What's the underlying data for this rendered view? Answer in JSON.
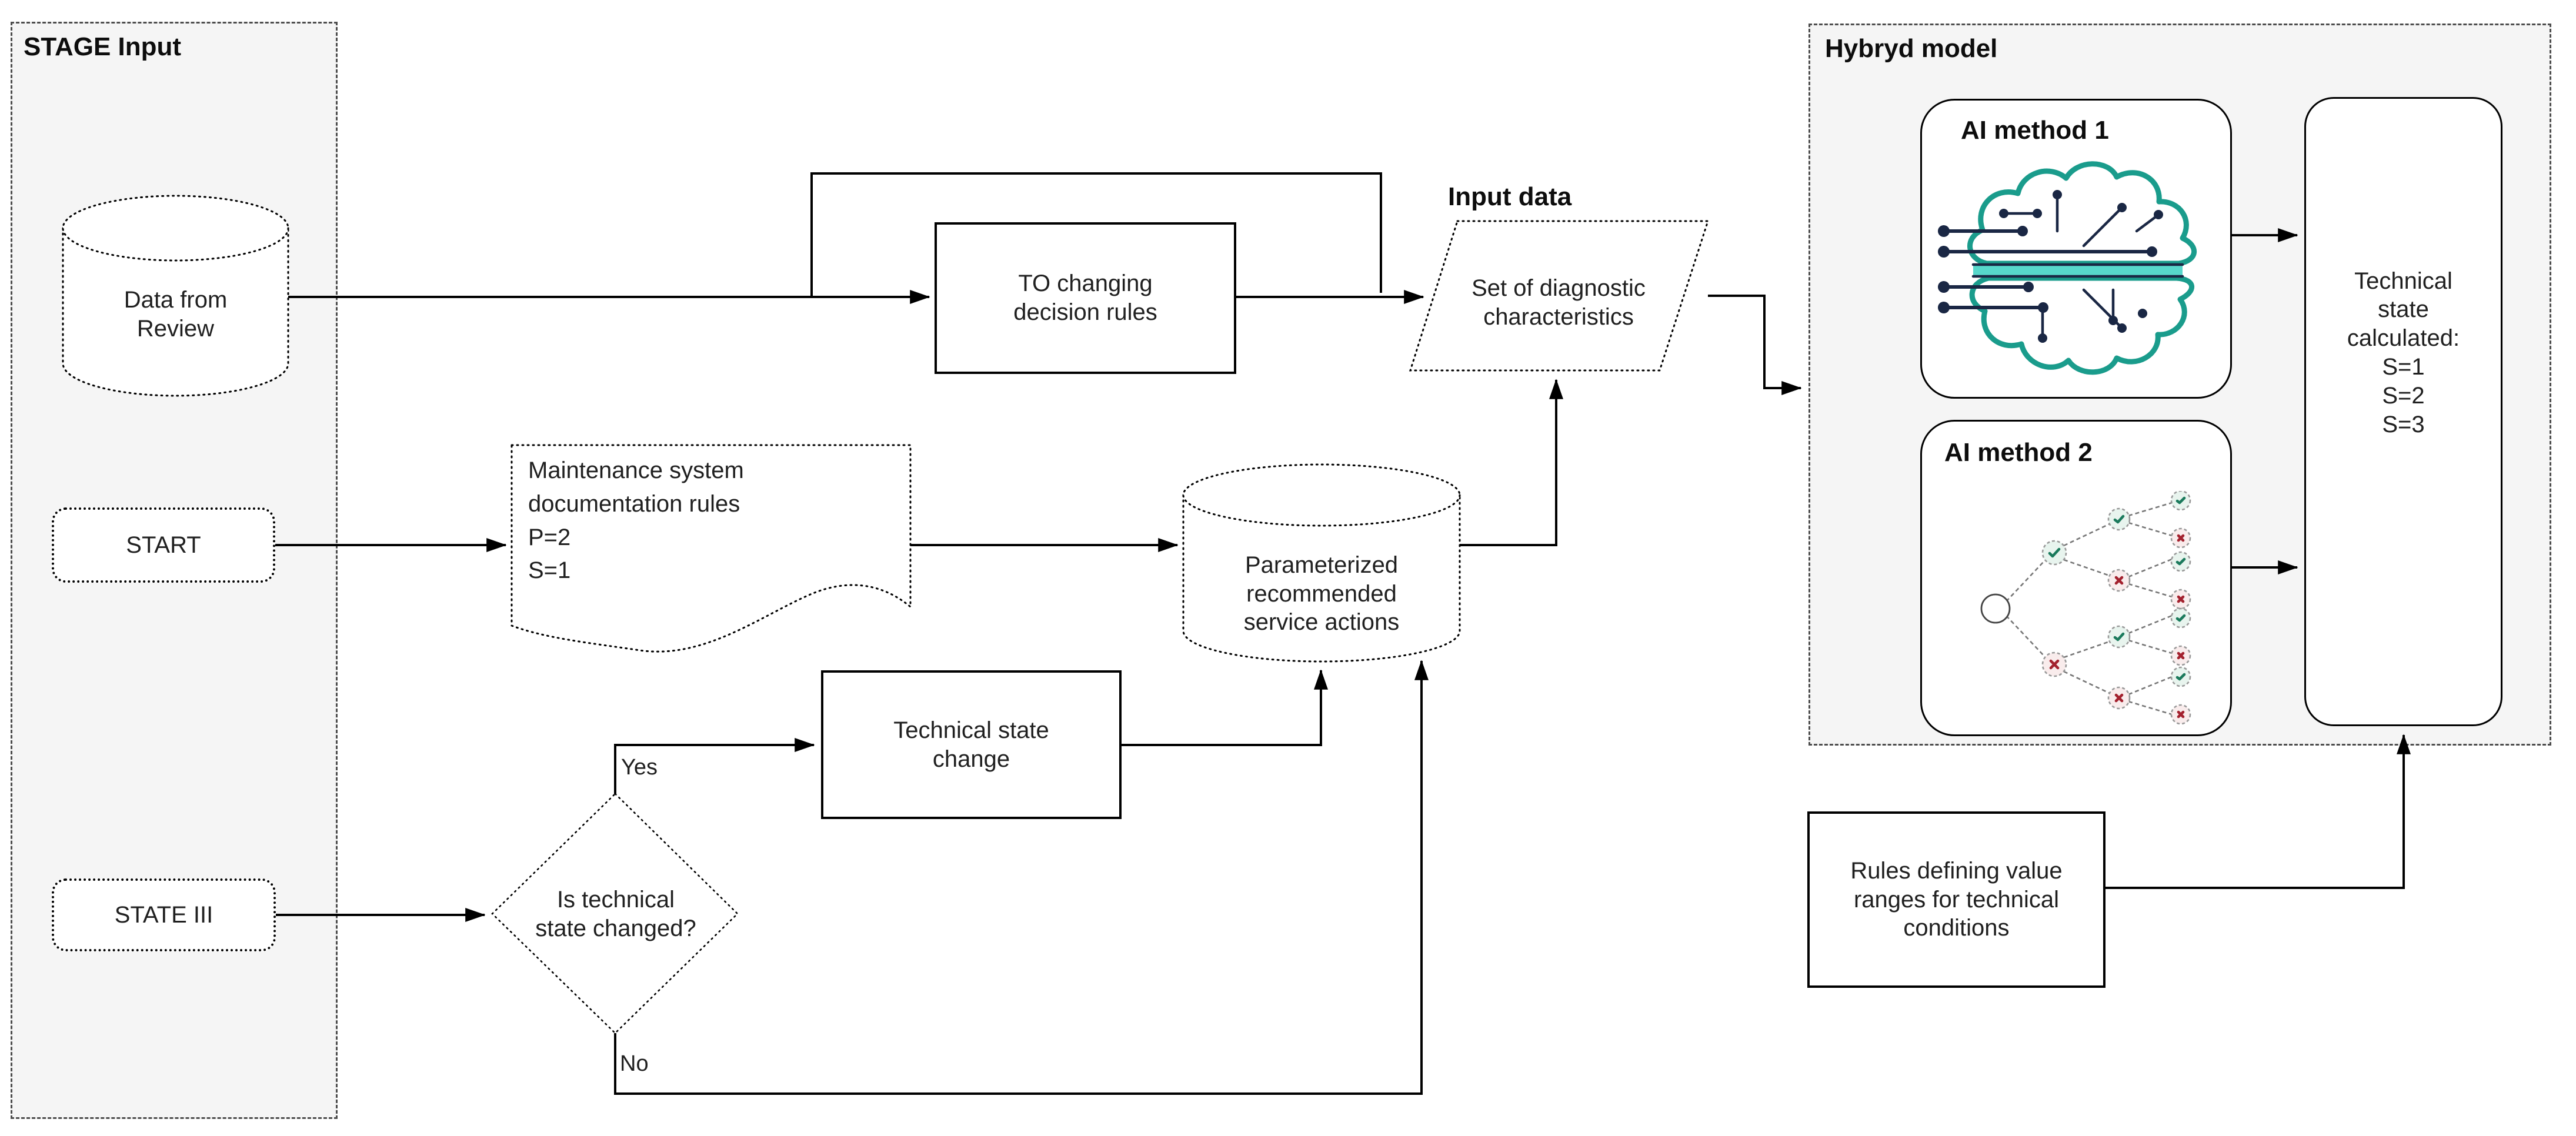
{
  "diagram": {
    "stage_input_label": "STAGE Input",
    "hybryd_label": "Hybryd model",
    "input_data_label": "Input data",
    "nodes": {
      "data_from_review": "Data from\nReview",
      "start": "START",
      "state_iii": "STATE III",
      "to_changing": "TO changing\ndecision rules",
      "maintenance_rules": "Maintenance system\ndocumentation rules\nP=2\nS=1",
      "parameterized": "Parameterized\nrecommended\nservice actions",
      "technical_state_change": "Technical state\nchange",
      "is_changed": "Is technical\nstate changed?",
      "set_of_diagnostic": "Set of diagnostic\ncharacteristics",
      "ai_method_1": "AI method 1",
      "ai_method_2": "AI method 2",
      "technical_state_calculated": "Technical\nstate\ncalculated:\nS=1\nS=2\nS=3",
      "rules_defining": "Rules defining value\nranges for technical\nconditions"
    },
    "edge_labels": {
      "yes": "Yes",
      "no": "No"
    },
    "icons": {
      "ai_method_1": "brain-circuit-icon",
      "ai_method_2": "decision-tree-icon"
    },
    "colors": {
      "container_bg": "#f5f5f5",
      "border": "#000000",
      "brain_teal": "#1a9c8c",
      "brain_navy": "#1a2744",
      "brain_cyan": "#57d7cb",
      "tree_check": "#1b7a5c",
      "tree_cross": "#a3212e"
    }
  }
}
